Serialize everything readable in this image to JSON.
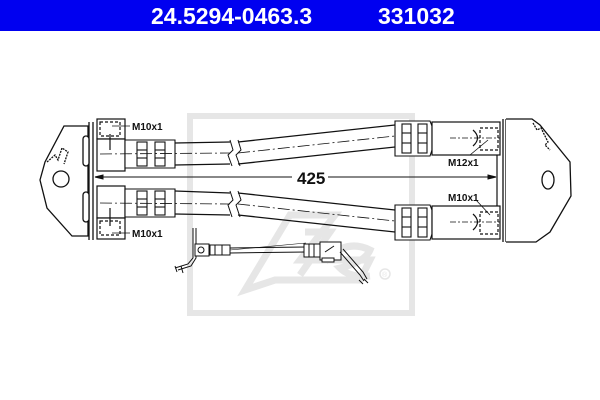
{
  "header": {
    "part_number": "24.5294-0463.3",
    "reference_number": "331032",
    "background_color": "#0000f0",
    "text_color": "#ffffff"
  },
  "diagram": {
    "type": "brake hose technical drawing",
    "length_dimension": "425",
    "left_fitting": {
      "top_thread": "M10x1",
      "bottom_thread": "M10x1"
    },
    "right_fitting": {
      "top_thread": "M12x1",
      "bottom_thread": "M10x1"
    },
    "watermark": {
      "logo": "ATE",
      "registered_mark": "®",
      "color": "#e6e6e6"
    }
  }
}
